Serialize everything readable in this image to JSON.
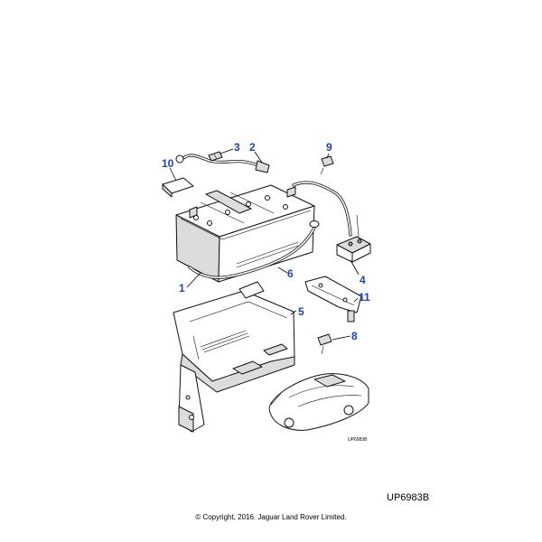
{
  "diagram": {
    "callouts": [
      {
        "label": "1"
      },
      {
        "label": "2"
      },
      {
        "label": "3"
      },
      {
        "label": "4"
      },
      {
        "label": "5"
      },
      {
        "label": "6"
      },
      {
        "label": "8"
      },
      {
        "label": "9"
      },
      {
        "label": "10"
      },
      {
        "label": "11"
      }
    ],
    "callout_color": "#1f3fbf",
    "inset_code": "UP6983B"
  },
  "footer": {
    "drawing_code": "UP6983B",
    "copyright": "© Copyright, 2016. Jaguar Land Rover Limited."
  }
}
